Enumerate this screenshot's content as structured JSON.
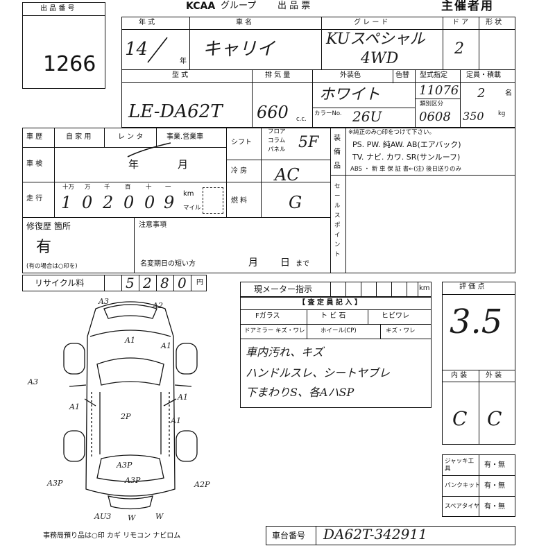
{
  "header": {
    "brand": "KCAA",
    "group": "グループ",
    "sheet": "出 品 票",
    "organizer": "主催者用"
  },
  "lot": {
    "label": "出 品 番 号",
    "number": "1266"
  },
  "row1": {
    "year_label": "年 式",
    "year_value": "14",
    "year_unit": "年",
    "name_label": "車 名",
    "name_value": "キャリイ",
    "grade_label": "グ レ ー ド",
    "grade_value_1": "KUスペシャル",
    "grade_value_2": "4WD",
    "doors_label": "ド ア",
    "doors_value": "2",
    "shape_label": "形 状"
  },
  "row2": {
    "model_label": "型 式",
    "model_value": "LE-DA62T",
    "displacement_label": "排 気 量",
    "displacement_value": "660",
    "displacement_unit": "c.c.",
    "color_label": "外装色",
    "color_value": "ホワイト",
    "color_num_label": "色替",
    "colorno_label": "カラーNo.",
    "colorno_value": "26U",
    "type_spec_label": "型式指定",
    "type_spec_value": "11076",
    "class_label": "類別区分",
    "class_value": "0608",
    "capacity_label": "定員・積載",
    "capacity_value": "2",
    "capacity_unit": "名",
    "load_value": "350",
    "load_unit": "kg"
  },
  "history": {
    "label": "車 歴",
    "opt1": "自 家 用",
    "opt2": "レ ン タ",
    "opt3": "事業.営業車"
  },
  "inspection": {
    "label": "車 検",
    "year": "年",
    "month": "月"
  },
  "mileage": {
    "label": "走 行",
    "place_labels": [
      "十万",
      "万",
      "千",
      "百",
      "十",
      "一"
    ],
    "digits": [
      "1",
      "0",
      "2",
      "0",
      "0",
      "9"
    ],
    "unit_km": "km",
    "unit_mile": "マイル"
  },
  "shift": {
    "label": "シフト",
    "opt1": "フロア",
    "opt2": "コラム",
    "opt3": "パネル",
    "value": "5F"
  },
  "ac": {
    "label": "冷 房",
    "value": "AC"
  },
  "fuel": {
    "label": "燃 料",
    "value": "G"
  },
  "equipment": {
    "label": "装備品",
    "note": "※純正のみ○印をつけて下さい。",
    "line1": "PS. PW. 純AW. AB(エアバック)",
    "line2": "TV. ナビ. カワ. SR(サンルーフ)",
    "line3": "ABS ・ 新 車 保 証 書←(注) 後日送りのみ"
  },
  "sales_point": {
    "label": "セールスポイント"
  },
  "repair": {
    "label": "修復歴 箇所",
    "value": "有",
    "note": "(有の場合は○印を)"
  },
  "notice": {
    "label": "注意事項",
    "short_date_label": "名変期日の短い方",
    "month": "月",
    "day": "日",
    "until": "まで"
  },
  "recycle": {
    "label": "リサイクル料",
    "digits": [
      "5",
      "2",
      "8",
      "0"
    ],
    "unit": "円"
  },
  "meter": {
    "label": "現メーター指示",
    "unit": "km"
  },
  "inspector": {
    "title": "【 査 定 員 記 入 】",
    "glass": "Fガラス",
    "stone": "ト ビ 石",
    "crack": "ヒビワレ",
    "mirror": "ドアミラー キズ・ワレ",
    "wheel": "ホイール(CP)",
    "wheel2": "キズ・ワレ",
    "note1": "車内汚れ、キズ",
    "note2": "ハンドルスレ、シートヤブレ",
    "note3": "下まわりS、各AハSP"
  },
  "evaluation": {
    "label": "評 価 点",
    "score": "3.5",
    "interior_label": "内 装",
    "exterior_label": "外 装",
    "interior_value": "C",
    "exterior_value": "C"
  },
  "tools": {
    "jack_label": "ジャッキ工 具",
    "jack_value": "有・無",
    "puncture_label": "パンクキット",
    "puncture_value": "有・無",
    "spare_label": "スペアタイヤ",
    "spare_value": "有・無"
  },
  "diagram": {
    "marks": [
      "A3",
      "A2",
      "A1",
      "A1",
      "A3",
      "A1",
      "A1",
      "A1",
      "A3P",
      "A3P",
      "A2P",
      "AU3",
      "W",
      "W",
      "A3P",
      "2P"
    ]
  },
  "footer": {
    "keys_note": "事務局預り品は○印 カギ リモコン ナビロム",
    "chassis_label": "車台番号",
    "chassis_value": "DA62T-342911"
  }
}
